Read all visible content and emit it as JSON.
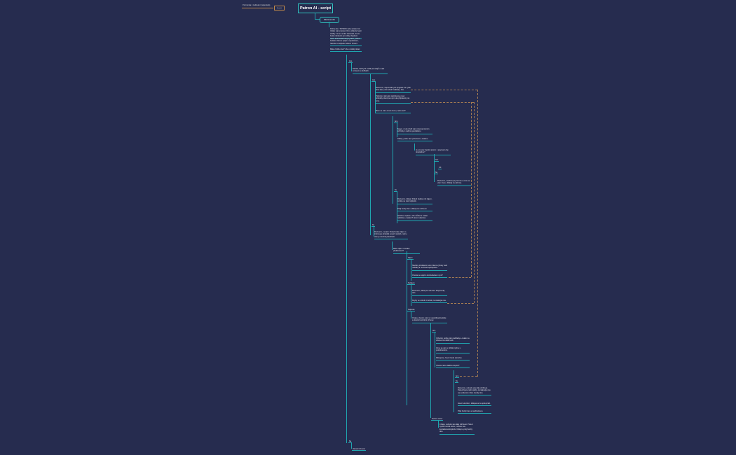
{
  "title": "Patron AI - script",
  "start": "Welcome info",
  "note": {
    "label": "Poznámka k zadávání (nápověda)",
    "tag": "Spustit"
  },
  "intro": [
    "Dobrý den, TATRON vaše asistent AI. Volám vám jménem firmy ohledně vaší služby. Jsme ve fázi testování, hovor bude nahráván pro účely zlepšení.",
    "Jsem automatizovaný systém, pokud budete chtít se spojit s operátorem, řekněte to kdykoliv během hovoru.",
    "Máte chvilku čas? Jde o krátký dotaz."
  ],
  "branches": {
    "ano": "Ano",
    "ne": "Ne",
    "q1": "Skvělé, rád bych ověřil pár údajů o vaší smlouvě a službách.",
    "sub_ano": "Ano",
    "a1": [
      "Rozumím, doporučil bych upgrade na vyšší tarif, který vám ušetří náklady i čas.",
      "Výborně, rádi vám nabídneme nové produkty, které jsou pro vás připraveny na míru.",
      "Mám se vám ozvat znovu, nebo teď?"
    ],
    "sub_ano2": "Ano",
    "a2": [
      "Super, v tuto chvíli vám rezervuji termín schůzky s naším specialistou.",
      "Děkuji, pošlu vám potvrzení e-mailem."
    ],
    "a3": "Je pro vás vhodný termín v pracovní dny dopoledne?",
    "ano3": "Ano",
    "ok": "OK",
    "ne3": "Ne",
    "a4": "Rozumím, navrhnu jiný termín a ozvu se vám znovu. Děkuji za váš čas.",
    "sub_ne2": "Ne",
    "n2": [
      "Rozumím, děkuji. Pokud budete mít zájem, ozvěte se nám kdykoliv.",
      "Přeji hezký den a děkuji za rozhovor.",
      "Ještě se zeptám, zda můžeme zaslat nabídku e-mailem? Hovor ukončen."
    ],
    "sub_ne": "Ne",
    "n1": "Rozumím, nevadí. Pokud máte zájem o informace ohledně nových služeb, mohu vám je stručně představit.",
    "q2": "Máte zájem o krátké představení?",
    "opt1": "Zájem",
    "o1": [
      "Skvělé, představím vám hlavní výhody naší nabídky a možnosti spolupráce.",
      "Chcete se spojit s konzultantem nyní?"
    ],
    "opt2": "Nezájem",
    "o2": [
      "Rozumím, děkuji za váš čas. Přeji hezký den.",
      "Kdyby se cokoliv změnilo, kontaktujte nás."
    ],
    "opt3": "Nejistota",
    "o3": "Chápu, zkusím vám to vysvětlit jednoduše a ukázat konkrétní přínosy.",
    "opt3a": "Ano",
    "o3a": [
      "Výborně, pošlu vám podklady e-mailem a domluvíme další krok.",
      "Ozvu se vám v příštím týdnu s podrobnostmi.",
      "Děkujeme, hovor bude ukončen.",
      "Chcete něco dalšího doplnit?"
    ],
    "opt3b": "Ano",
    "opt3c": "Ne",
    "o3c": [
      "Rozumím, nebudu vás dále zdržovat. Pokud byste měli otázky, kontaktujte nás na uvedeném čísle. Hezký den.",
      "Hovor ukončen, děkujeme za spolupráci.",
      "Přeji hezký den a nashledanou."
    ],
    "opt3d": "Nechce mluvit",
    "o3d": "Chápu, nebudu vás dále zdržovat. Pokud byste změnili názor, můžete nás kontaktovat kdykoliv. Děkuji a přeji hezký den."
  },
  "end_no": "Ne",
  "end": "Ukončení hovoru"
}
